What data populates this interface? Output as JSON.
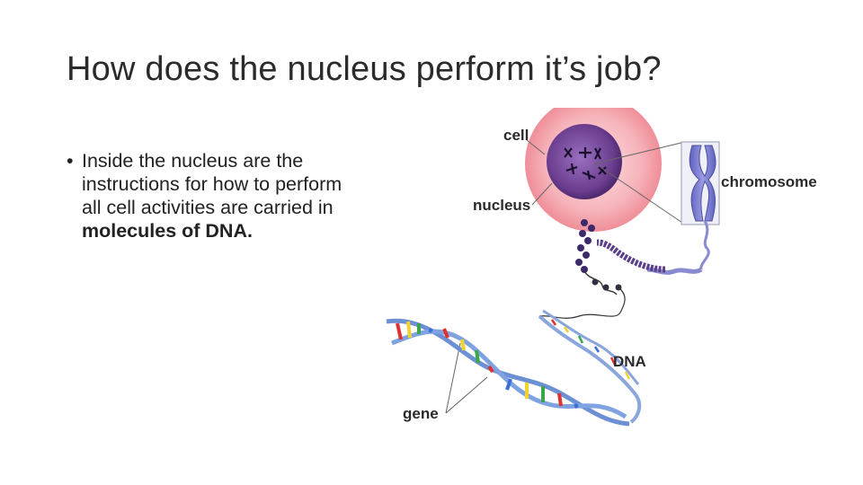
{
  "slide": {
    "title": "How does the nucleus perform it’s job?",
    "bullet": {
      "marker": "•",
      "text_before": "Inside the nucleus are the instructions for how to perform all cell activities are carried in ",
      "text_bold": "molecules of DNA."
    }
  },
  "diagram": {
    "labels": {
      "cell": "cell",
      "nucleus": "nucleus",
      "chromosome": "chromosome",
      "dna": "DNA",
      "gene": "gene"
    },
    "colors": {
      "cell": "#f7a9b0",
      "nucleus": "#6a3d8f",
      "chromosome": "#7e7fd0",
      "dna_backbone": "#7a9bd8",
      "base_red": "#e03030",
      "base_yellow": "#f2d22e",
      "base_green": "#3aa64a",
      "base_blue": "#3b6fd4"
    }
  }
}
